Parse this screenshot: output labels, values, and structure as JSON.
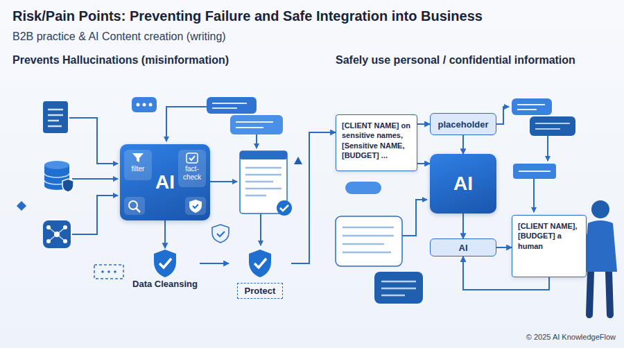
{
  "diagram": {
    "title": "Risk/Pain Points: Preventing Failure and Safe Integration into Business",
    "nodes": [
      {
        "text": [
          "AI"
        ]
      },
      {
        "text": [
          "filter"
        ],
        "in": 0
      },
      {
        "text": [
          "fact-check"
        ],
        "in": 0
      },
      {
        "text": [
          "Data Cleansing"
        ]
      },
      {
        "text": [
          "Protect"
        ]
      },
      {
        "text": [
          "[CLIENT NAME] on sensitive names, [Sensitive NAME, [BUDGET] ..."
        ]
      },
      {
        "text": [
          "placeholder"
        ]
      },
      {
        "text": [
          "AI"
        ]
      },
      {
        "text": [
          "AI"
        ]
      },
      {
        "text": [
          "[CLIENT NAME], [BUDGET] a human"
        ]
      }
    ],
    "edges": [
      {
        "from": 0,
        "to": 3,
        "arrow": "to"
      },
      {
        "from": 3,
        "to": 4,
        "arrow": "to"
      },
      {
        "from": 4,
        "to": 5,
        "arrow": "to"
      },
      {
        "from": 5,
        "to": 6,
        "arrow": "to"
      },
      {
        "from": 5,
        "to": 7,
        "arrow": "to"
      },
      {
        "from": 6,
        "to": 7,
        "arrow": "to"
      },
      {
        "from": 7,
        "to": 8,
        "arrow": "to"
      },
      {
        "from": 8,
        "to": 9,
        "arrow": "to"
      },
      {
        "from": 9,
        "to": 8,
        "arrow": "to"
      }
    ],
    "labels": [
      "B2B practice & AI Content creation (writing)",
      "Prevents Hallucinations (misinformation)",
      "Safely use personal / confidential information",
      "© 2025 AI KnowledgeFlow"
    ]
  }
}
